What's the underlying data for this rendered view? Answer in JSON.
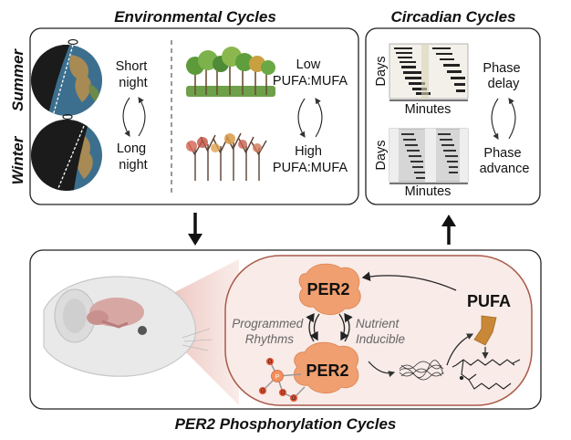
{
  "environmental": {
    "title": "Environmental Cycles",
    "summer": "Summer",
    "winter": "Winter",
    "short_night": [
      "Short",
      "night"
    ],
    "long_night": [
      "Long",
      "night"
    ],
    "low_pufa": [
      "Low",
      "PUFA:MUFA"
    ],
    "high_pufa": [
      "High",
      "PUFA:MUFA"
    ]
  },
  "circadian": {
    "title": "Circadian Cycles",
    "days_top": "Days",
    "minutes_top": "Minutes",
    "days_bottom": "Days",
    "minutes_bottom": "Minutes",
    "phase_delay": [
      "Phase",
      "delay"
    ],
    "phase_advance": [
      "Phase",
      "advance"
    ]
  },
  "per2": {
    "title": "PER2 Phosphorylation Cycles",
    "per2_top": "PER2",
    "per2_bottom": "PER2",
    "pufa": "PUFA",
    "programmed": [
      "Programmed",
      "Rhythms"
    ],
    "nutrient": [
      "Nutrient",
      "Inducible"
    ],
    "phosphate_p": "P",
    "oxygen": "O"
  },
  "colors": {
    "per2_orange": "#f0a070",
    "panel_fill": "#f8ebe8",
    "panel_stroke": "#a85a48",
    "pufa_molecule": "#c88838"
  }
}
